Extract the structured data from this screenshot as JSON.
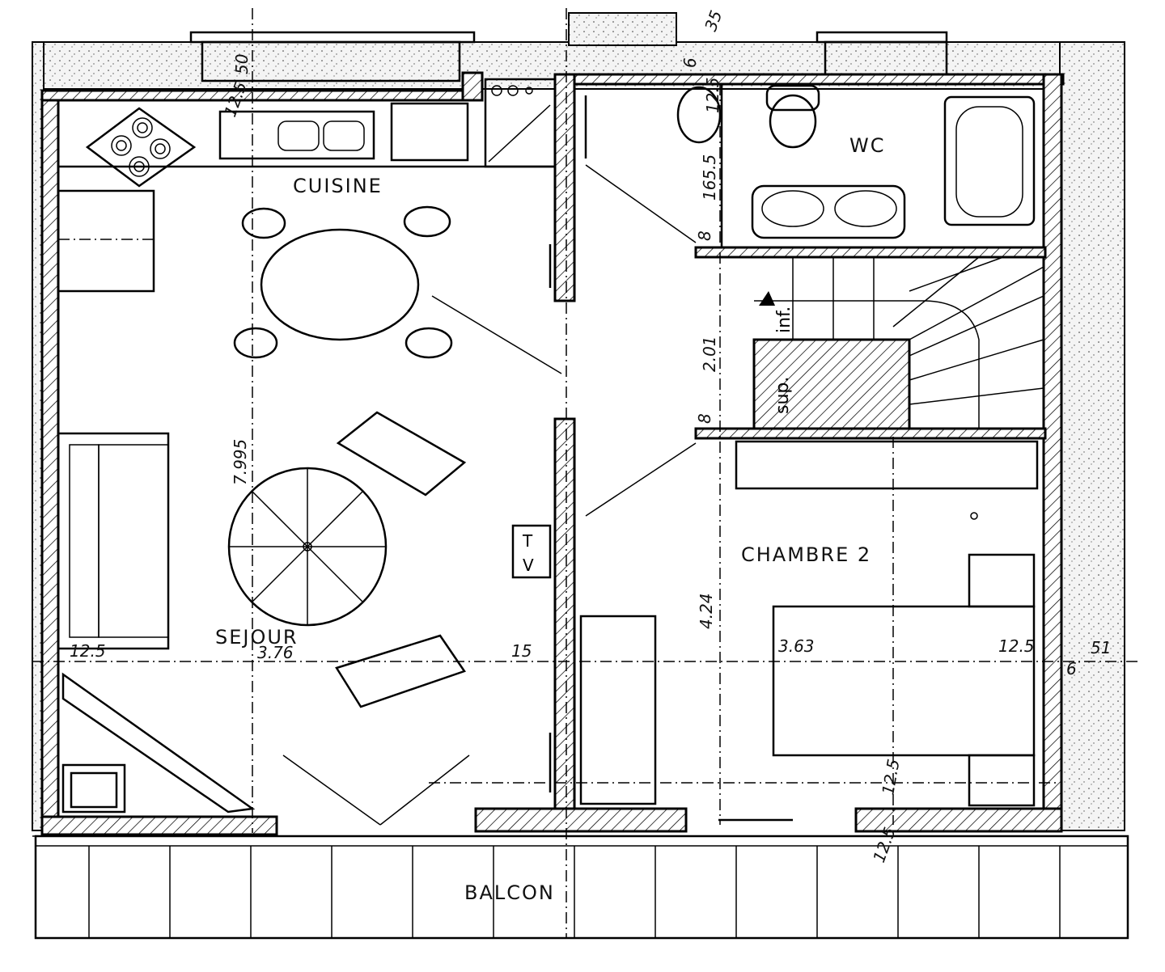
{
  "rooms": {
    "cuisine": "CUISINE",
    "sejour": "SEJOUR",
    "wc": "WC",
    "chambre": "CHAMBRE 2",
    "balcon": "BALCON"
  },
  "stairs": {
    "down": "inf.",
    "up": "sup."
  },
  "tv": {
    "t": "T",
    "v": "V"
  },
  "dimensions": {
    "sejour_height": "7.995",
    "sejour_width": "3.76",
    "sejour_right": "15",
    "sejour_left": "12.5",
    "chambre_width": "3.63",
    "chambre_right": "12.5",
    "outer_right": "51",
    "outer_right_small": "6",
    "chambre_height": "4.24",
    "stair_height": "2.01",
    "stair_top_wall": "8",
    "stair_bottom_wall": "8",
    "wc_height": "165.5",
    "wc_top": "12.5",
    "top_wall": "50",
    "top_left": "12.5",
    "chimney": "35",
    "top_right_small": "6",
    "balcon_door_top": "12.5",
    "balcon_door_bottom": "12.5"
  }
}
